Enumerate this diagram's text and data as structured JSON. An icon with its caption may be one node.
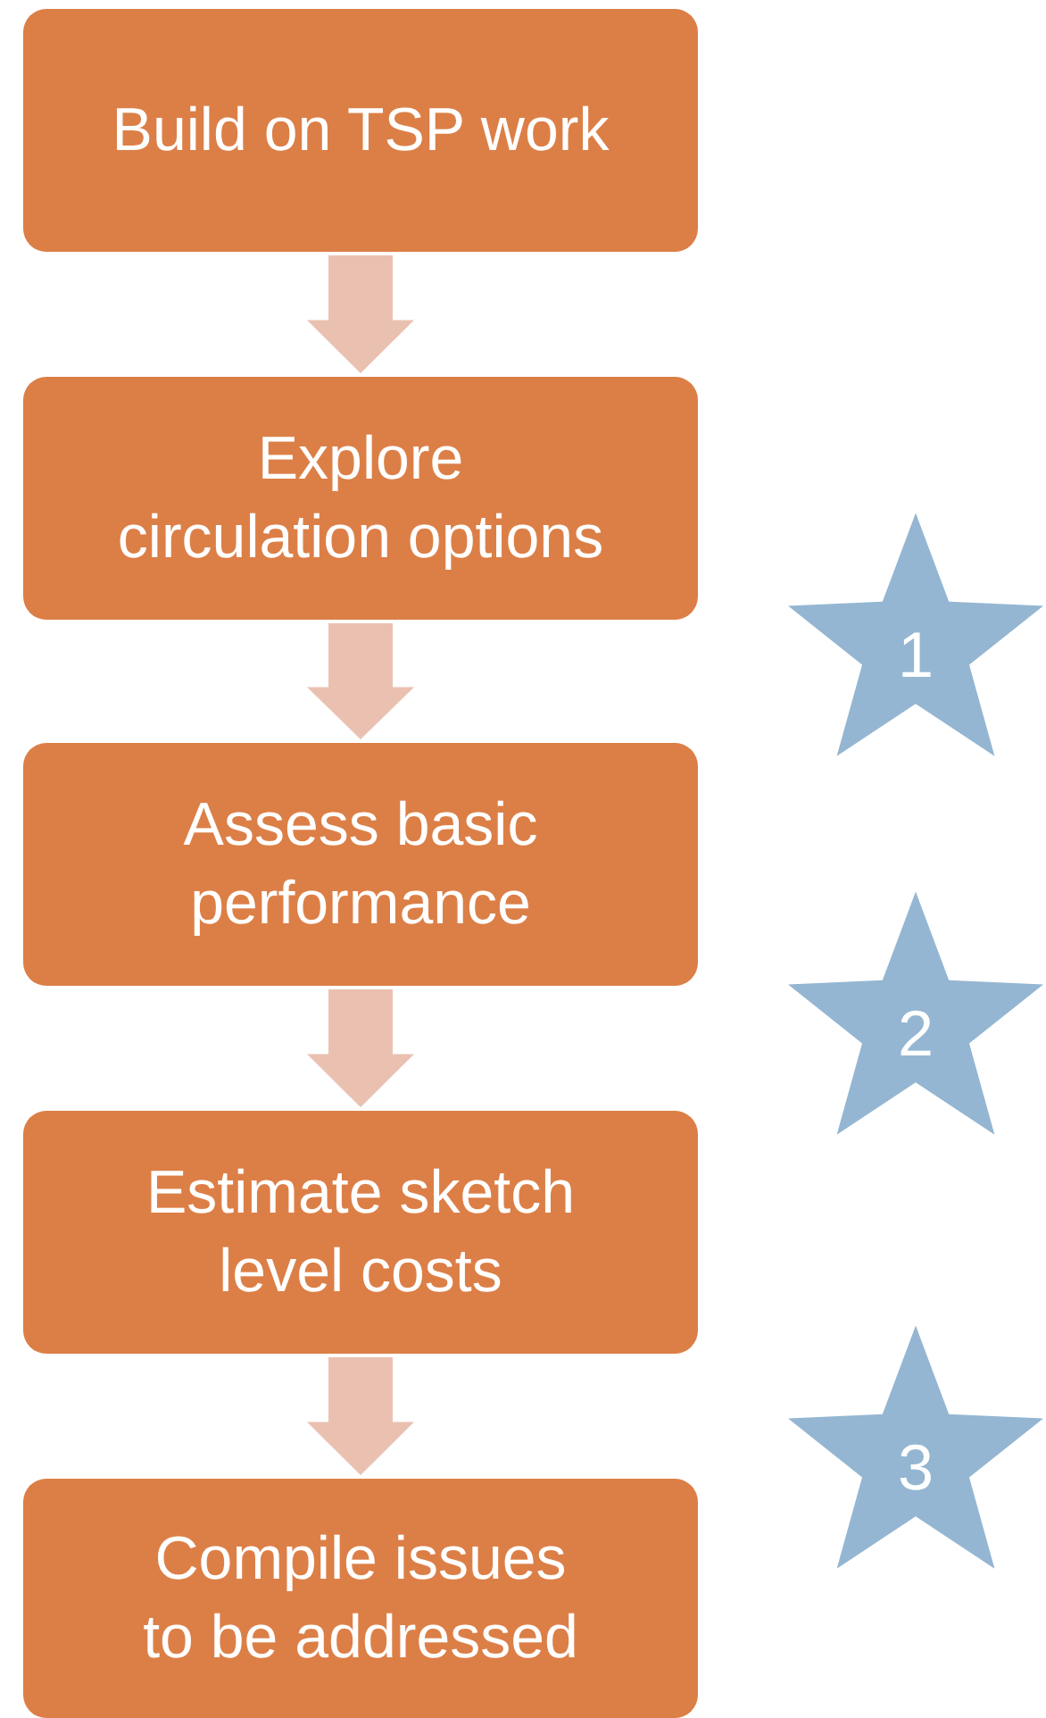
{
  "diagram": {
    "nodes": [
      {
        "text": [
          "Build on TSP work"
        ]
      },
      {
        "text": [
          "Explore circulation options"
        ]
      },
      {
        "text": [
          "Assess basic performance"
        ]
      },
      {
        "text": [
          "Estimate sketch level costs"
        ]
      },
      {
        "text": [
          "Compile issues to be addressed"
        ]
      },
      {
        "text": [
          "1"
        ]
      },
      {
        "text": [
          "2"
        ]
      },
      {
        "text": [
          "3"
        ]
      }
    ],
    "edges": [
      {
        "from": 0,
        "to": 1,
        "arrow": "to"
      },
      {
        "from": 1,
        "to": 2,
        "arrow": "to"
      },
      {
        "from": 2,
        "to": 3,
        "arrow": "to"
      },
      {
        "from": 3,
        "to": 4,
        "arrow": "to"
      }
    ]
  }
}
